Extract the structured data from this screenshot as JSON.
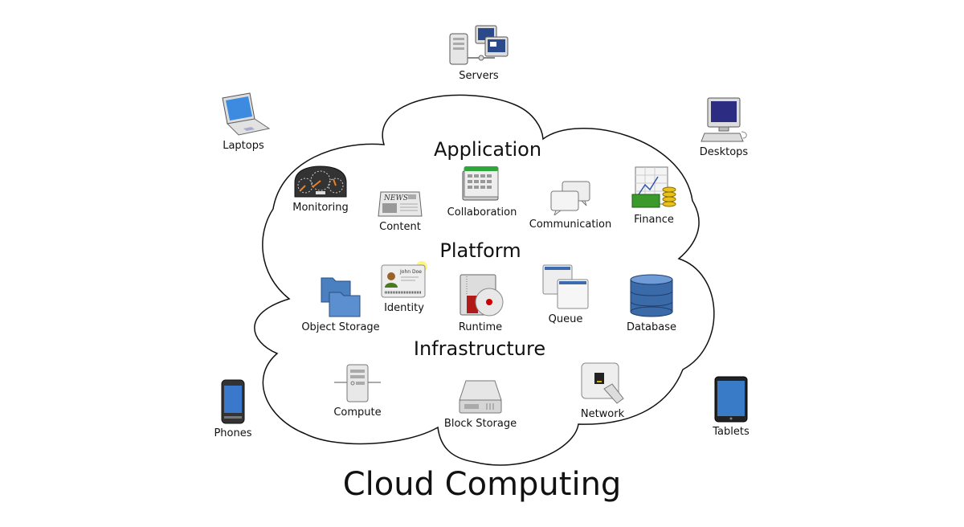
{
  "title": "Cloud Computing",
  "layers": {
    "application": "Application",
    "platform": "Platform",
    "infrastructure": "Infrastructure"
  },
  "clients": {
    "servers": "Servers",
    "laptops": "Laptops",
    "desktops": "Desktops",
    "phones": "Phones",
    "tablets": "Tablets"
  },
  "application": {
    "monitoring": "Monitoring",
    "content": "Content",
    "collaboration": "Collaboration",
    "communication": "Communication",
    "finance": "Finance",
    "news_text": "NEWS"
  },
  "platform": {
    "object_storage": "Object Storage",
    "identity": "Identity",
    "identity_name": "John Doe",
    "runtime": "Runtime",
    "queue": "Queue",
    "database": "Database"
  },
  "infrastructure": {
    "compute": "Compute",
    "block_storage": "Block Storage",
    "network": "Network"
  }
}
